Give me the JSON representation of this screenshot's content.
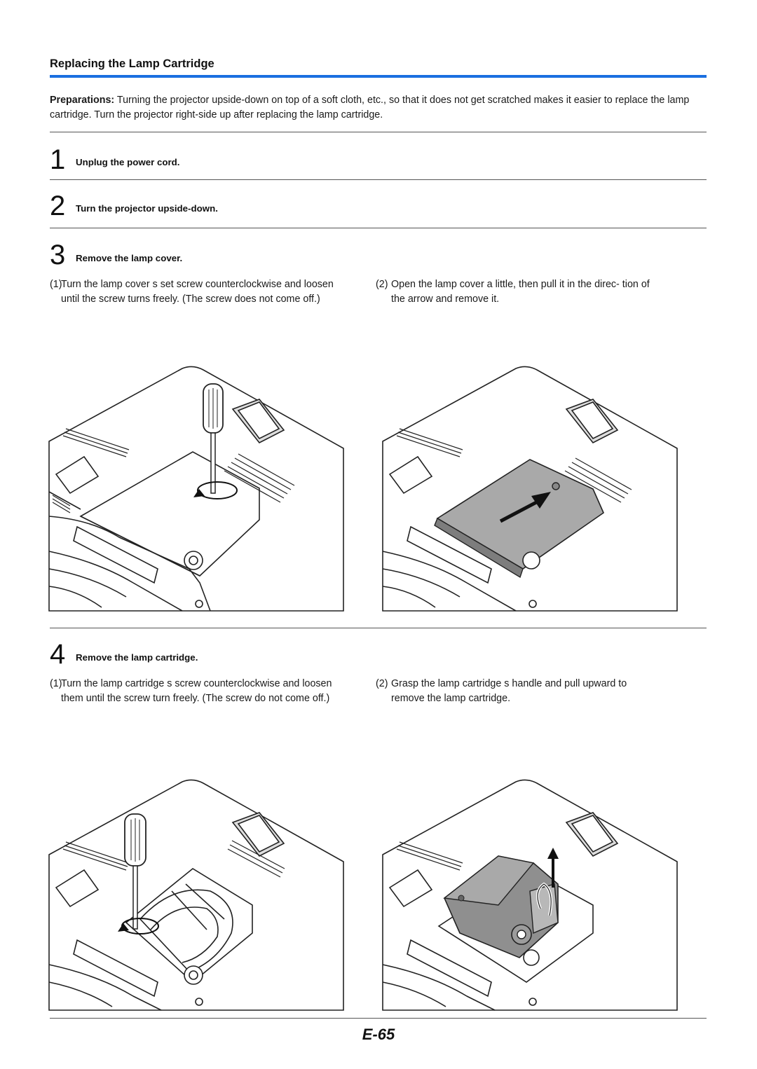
{
  "section": {
    "title": "Replacing the Lamp Cartridge"
  },
  "preparations": {
    "label": "Preparations:",
    "text": " Turning the projector upside-down on top of a soft cloth, etc., so that it does not get scratched makes it easier to replace the lamp cartridge. Turn the projector right-side up after replacing the lamp cartridge."
  },
  "steps": [
    {
      "number": "1",
      "label": "Unplug the power cord."
    },
    {
      "number": "2",
      "label": "Turn the projector upside-down."
    },
    {
      "number": "3",
      "label": "Remove the lamp cover.",
      "substeps": [
        {
          "n": "(1)",
          "text": "Turn the lamp cover s set screw counterclockwise and loosen until the screw turns freely. (The screw does not come off.)"
        },
        {
          "n": "(2)",
          "text": "Open the lamp cover a little, then pull it in the direc- tion of the arrow and remove it."
        }
      ]
    },
    {
      "number": "4",
      "label": "Remove the lamp cartridge.",
      "substeps": [
        {
          "n": "(1)",
          "text": "Turn the lamp cartridge s screw counterclockwise and loosen them until the screw turn freely. (The screw do not come off.)"
        },
        {
          "n": "(2)",
          "text": "Grasp the lamp cartridge s handle and pull upward to remove the lamp cartridge."
        }
      ]
    }
  ],
  "page_number": "E-65",
  "colors": {
    "accent_rule": "#1a6fe0",
    "cover_fill": "#a9a9a9",
    "lamp_fill": "#8f8f8f"
  }
}
